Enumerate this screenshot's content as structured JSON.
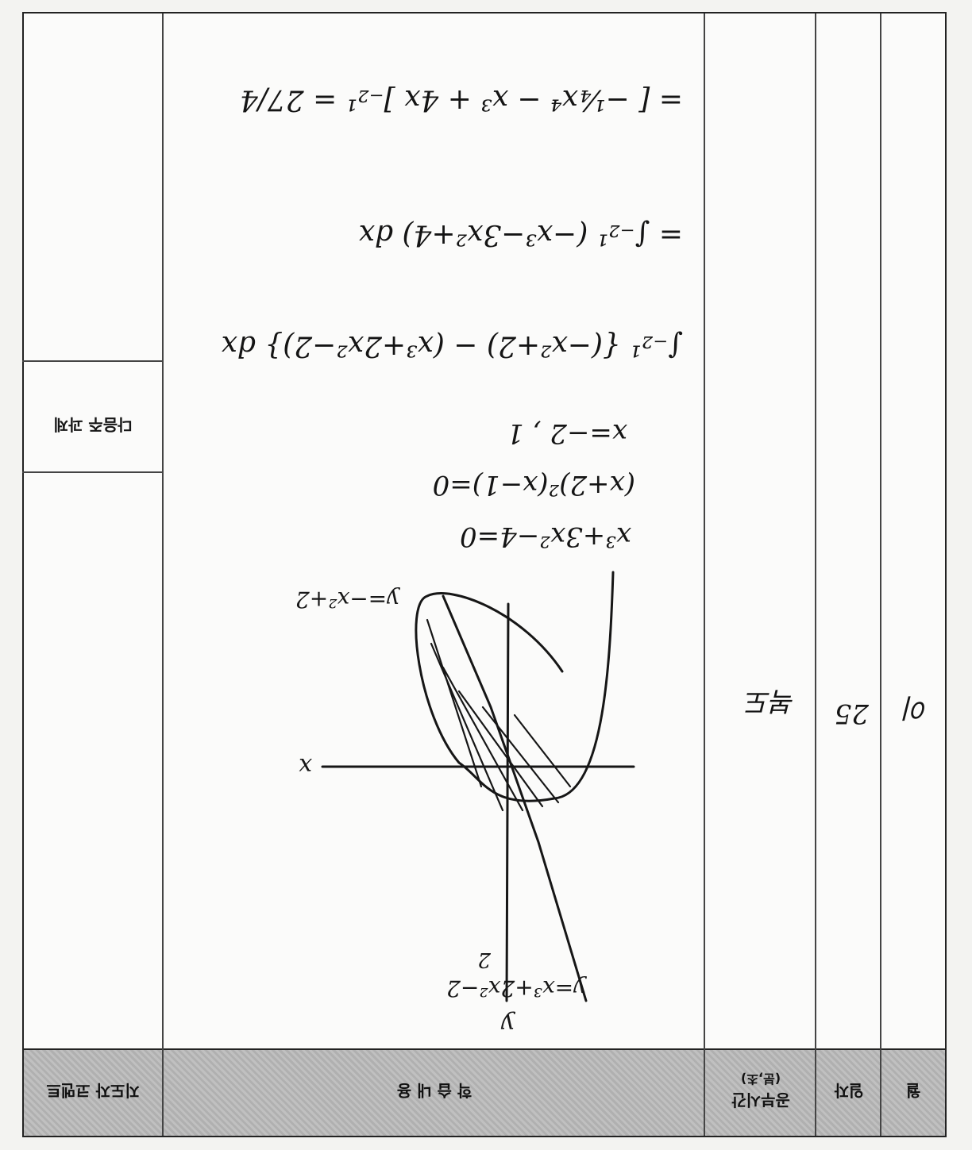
{
  "header": {
    "col_month": "월",
    "col_day": "일자",
    "col_time": "공부시간",
    "col_time_unit": "(분,초)",
    "col_content": "학 습 내 용",
    "col_comment": "지도자 코멘트"
  },
  "side": {
    "next_task_label": "다음주 과제"
  },
  "entry": {
    "month": "이",
    "day": "25",
    "time": "복도"
  },
  "work": {
    "eq_factor": "x³+3x²−4=0",
    "eq_factored": "(x+2)²(x−1)=0",
    "roots": "x=−2 , 1",
    "integral1": "∫₋₂¹ {(−x²+2) − (x³+2x²−2)} dx",
    "integral2": "= ∫₋₂¹ (−x³−3x²+4) dx",
    "integral3": "= [ −¼x⁴ − x³ + 4x ]₋₂¹ = 27/4",
    "graph_label_line": "y=−x²+2",
    "graph_label_cubic": "y=x³+2x²−2",
    "axis_x": "x",
    "axis_y": "y",
    "point_2": "2"
  }
}
